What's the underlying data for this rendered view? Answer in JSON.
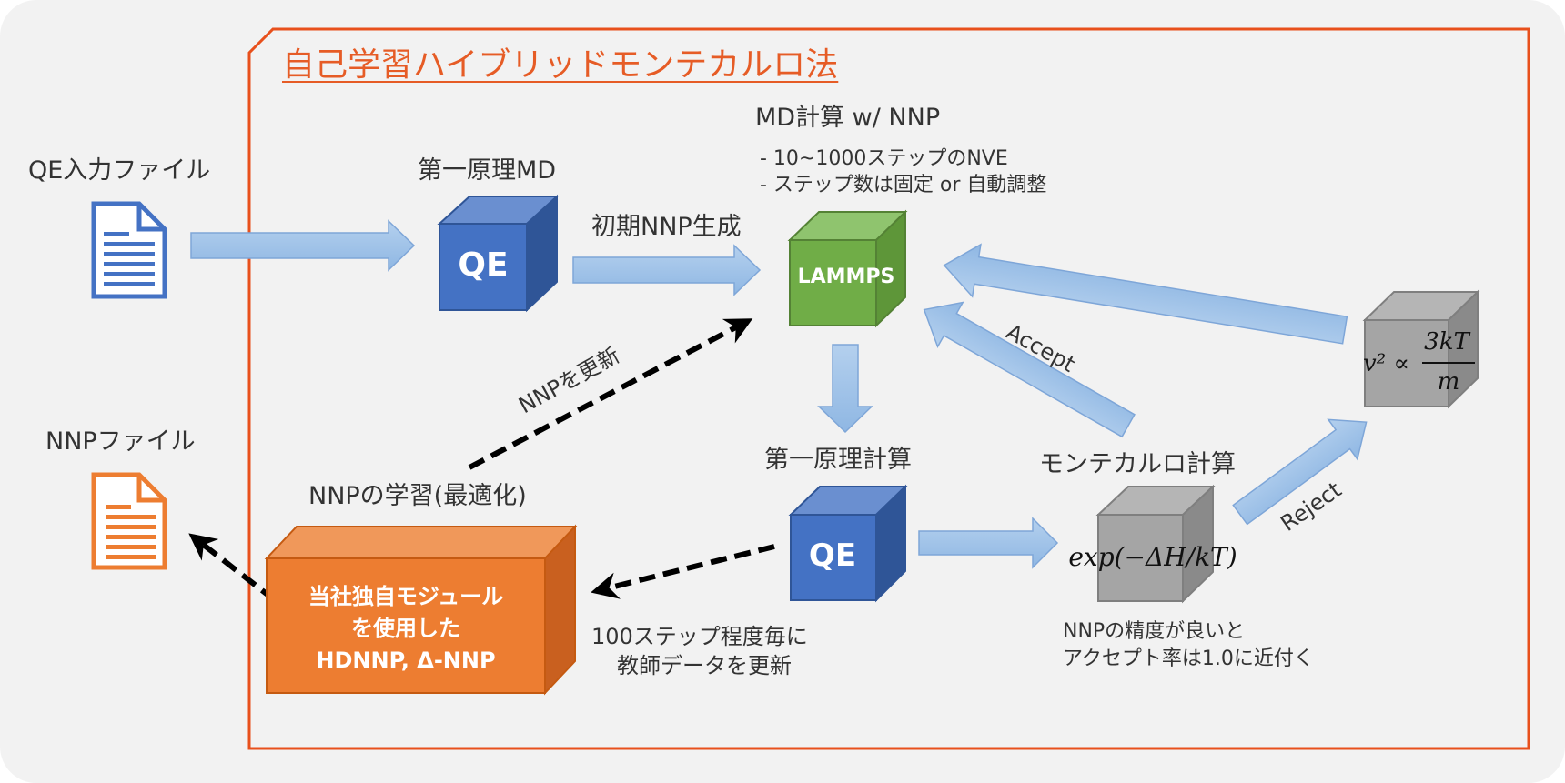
{
  "title": "自己学習ハイブリッドモンテカルロ法",
  "colors": {
    "frame": "#e8501c",
    "title": "#e65c26",
    "arrow_fill": "#9dc3e6",
    "arrow_stroke": "#7ea6d8",
    "qe_cube": "#4472c4",
    "lammps_cube": "#70ad47",
    "gray_cube": "#a5a5a5",
    "nnp_box": "#ed7d31",
    "input_file_icon": "#4472c4",
    "output_file_icon": "#ed7d31"
  },
  "input_file": {
    "label": "QE入力ファイル",
    "icon": "document-icon"
  },
  "output_file": {
    "label": "NNPファイル",
    "icon": "document-icon"
  },
  "first_principles_md": {
    "label": "第一原理MD",
    "cube_text": "QE"
  },
  "initial_nnp_label": "初期NNP生成",
  "md_nnp": {
    "label": "MD計算 w/ NNP",
    "notes": [
      "- 10~1000ステップのNVE",
      "- ステップ数は固定 or 自動調整"
    ],
    "cube_text": "LAMMPS"
  },
  "first_principles_calc": {
    "label": "第一原理計算",
    "cube_text": "QE"
  },
  "monte_carlo": {
    "label": "モンテカルロ計算",
    "formula": "exp(−ΔH/kT)",
    "notes": [
      "NNPの精度が良いと",
      "アクセプト率は1.0に近付く"
    ]
  },
  "velocity_cube": {
    "formula_left": "v² ∝",
    "numerator": "3kT",
    "denominator": "m"
  },
  "accept_label": "Accept",
  "reject_label": "Reject",
  "update_nnp_label": "NNPを更新",
  "teacher_data": {
    "notes": [
      "100ステップ程度毎に",
      "教師データを更新"
    ]
  },
  "nnp_training": {
    "label": "NNPの学習(最適化)",
    "box_lines": [
      "当社独自モジュール",
      "を使用した",
      "HDNNP, Δ-NNP"
    ]
  }
}
